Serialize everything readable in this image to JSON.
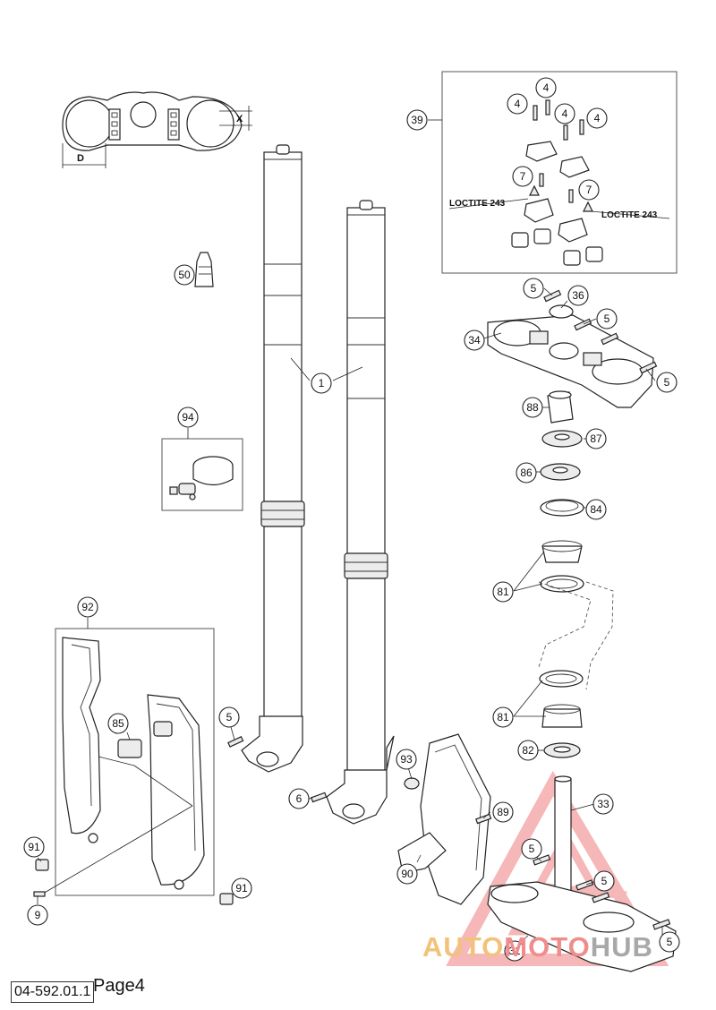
{
  "diagram": {
    "document_number": "04-592.01.1",
    "page_label": "Page4",
    "dimension_labels": {
      "d": "D",
      "x": "X"
    },
    "loctite_label": "LOCTITE 243",
    "callouts": {
      "c1": "1",
      "c4": "4",
      "c5": "5",
      "c6": "6",
      "c7": "7",
      "c9": "9",
      "c31": "31",
      "c33": "33",
      "c34": "34",
      "c36": "36",
      "c39": "39",
      "c50": "50",
      "c81": "81",
      "c82": "82",
      "c84": "84",
      "c85": "85",
      "c86": "86",
      "c87": "87",
      "c88": "88",
      "c89": "89",
      "c90": "90",
      "c91": "91",
      "c92": "92",
      "c93": "93",
      "c94": "94"
    }
  },
  "watermark": {
    "text_part1": "AUTO",
    "text_part2": "MOTO",
    "text_part3": "HUB",
    "colors": {
      "orange": "#f2c27a",
      "red": "#f08c8c",
      "gray": "#a8a8a8"
    }
  }
}
